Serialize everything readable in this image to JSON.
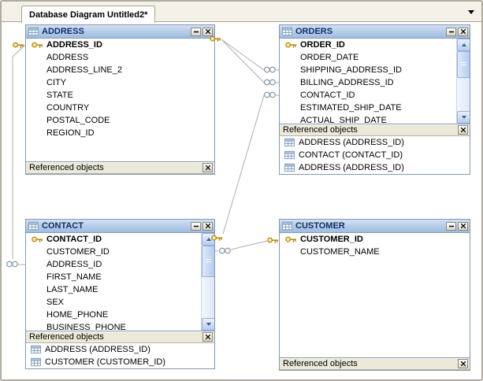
{
  "tab": {
    "title": "Database Diagram Untitled2*"
  },
  "canvas": {
    "tables": [
      {
        "name": "ADDRESS",
        "primary_key": "ADDRESS_ID",
        "columns": [
          "ADDRESS",
          "ADDRESS_LINE_2",
          "CITY",
          "STATE",
          "COUNTRY",
          "POSTAL_CODE",
          "REGION_ID"
        ],
        "footer_label": "Referenced objects",
        "referenced_objects": []
      },
      {
        "name": "ORDERS",
        "primary_key": "ORDER_ID",
        "columns": [
          "ORDER_DATE",
          "SHIPPING_ADDRESS_ID",
          "BILLING_ADDRESS_ID",
          "CONTACT_ID",
          "ESTIMATED_SHIP_DATE",
          "ACTUAL_SHIP_DATE"
        ],
        "footer_label": "Referenced objects",
        "referenced_objects": [
          "ADDRESS (ADDRESS_ID)",
          "CONTACT (CONTACT_ID)",
          "ADDRESS (ADDRESS_ID)"
        ]
      },
      {
        "name": "CONTACT",
        "primary_key": "CONTACT_ID",
        "columns": [
          "CUSTOMER_ID",
          "ADDRESS_ID",
          "FIRST_NAME",
          "LAST_NAME",
          "SEX",
          "HOME_PHONE",
          "BUSINESS_PHONE"
        ],
        "footer_label": "Referenced objects",
        "referenced_objects": [
          "ADDRESS (ADDRESS_ID)",
          "CUSTOMER (CUSTOMER_ID)"
        ]
      },
      {
        "name": "CUSTOMER",
        "primary_key": "CUSTOMER_ID",
        "columns": [
          "CUSTOMER_NAME"
        ],
        "footer_label": "Referenced objects",
        "referenced_objects": []
      }
    ]
  },
  "colors": {
    "titlebar_top": "#d2e0f2",
    "titlebar_bottom": "#9fbcdf",
    "table_border": "#8399b5",
    "footer_bg": "#ece9d8",
    "relationship_line": "#b0aeae",
    "key_gold": "#b8860b"
  }
}
